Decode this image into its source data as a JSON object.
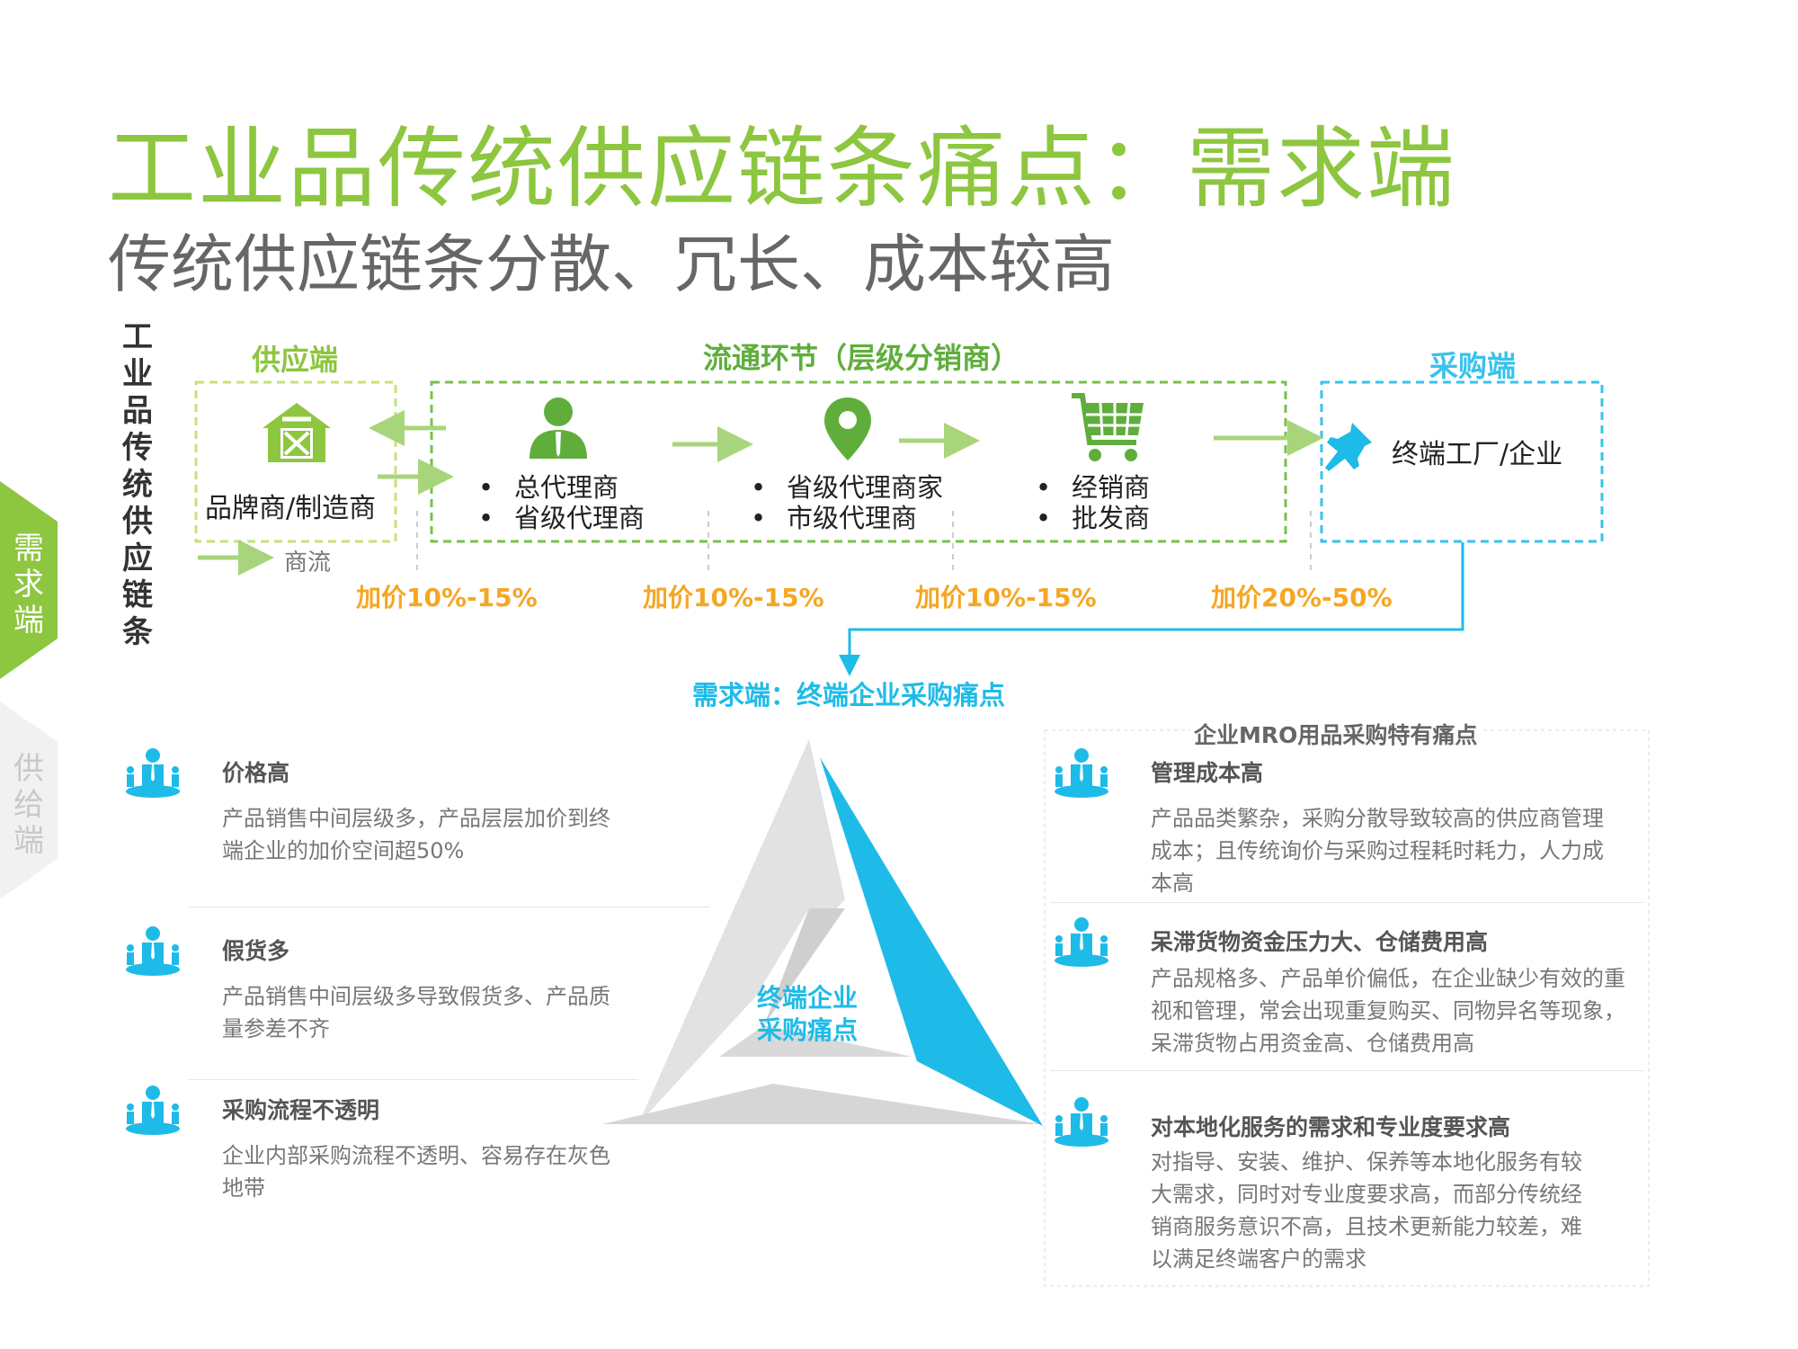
{
  "header": {
    "title": "工业品传统供应链条痛点：需求端",
    "subtitle": "传统供应链条分散、冗长、成本较高"
  },
  "side_tabs": {
    "active": "需求端",
    "inactive": "供给端"
  },
  "chain": {
    "vertical_label": "工业品传统供应链条",
    "supply": {
      "heading": "供应端",
      "label": "品牌商/制造商"
    },
    "circulation": {
      "heading": "流通环节（层级分销商）",
      "groups": [
        {
          "items": [
            "总代理商",
            "省级代理商"
          ]
        },
        {
          "items": [
            "省级代理商家",
            "市级代理商"
          ]
        },
        {
          "items": [
            "经销商",
            "批发商"
          ]
        }
      ]
    },
    "purchase": {
      "heading": "采购端",
      "label": "终端工厂/企业"
    },
    "legend": "商流",
    "markups": [
      "加价10%-15%",
      "加价10%-15%",
      "加价10%-15%",
      "加价20%-50%"
    ],
    "demand_title": "需求端：终端企业采购痛点"
  },
  "colors": {
    "green": "#8dc63f",
    "green_dark": "#5fae3c",
    "blue": "#1fbbe8",
    "orange": "#f5a623",
    "gray_text": "#666666"
  },
  "left_pains": [
    {
      "title": "价格高",
      "desc": "产品销售中间层级多，产品层层加价到终端企业的加价空间超50%"
    },
    {
      "title": "假货多",
      "desc": "产品销售中间层级多导致假货多、产品质量参差不齐"
    },
    {
      "title": "采购流程不透明",
      "desc": "企业内部采购流程不透明、容易存在灰色地带"
    }
  ],
  "center_label": [
    "终端企业",
    "采购痛点"
  ],
  "mro": {
    "heading": "企业MRO用品采购特有痛点",
    "pains": [
      {
        "title": "管理成本高",
        "desc": "产品品类繁杂，采购分散导致较高的供应商管理成本；且传统询价与采购过程耗时耗力，人力成本高"
      },
      {
        "title": "呆滞货物资金压力大、仓储费用高",
        "desc": "产品规格多、产品单价偏低，在企业缺少有效的重视和管理，常会出现重复购买、同物异名等现象，呆滞货物占用资金高、仓储费用高"
      },
      {
        "title": "对本地化服务的需求和专业度要求高",
        "desc": "对指导、安装、维护、保养等本地化服务有较大需求，同时对专业度要求高，而部分传统经销商服务意识不高，且技术更新能力较差，难以满足终端客户的需求"
      }
    ]
  },
  "icons": {
    "supply": "barn-icon",
    "agent": "person-icon",
    "province": "map-pin-icon",
    "dealer": "shopping-cart-icon",
    "factory": "pushpin-icon",
    "pain": "team-icon"
  }
}
